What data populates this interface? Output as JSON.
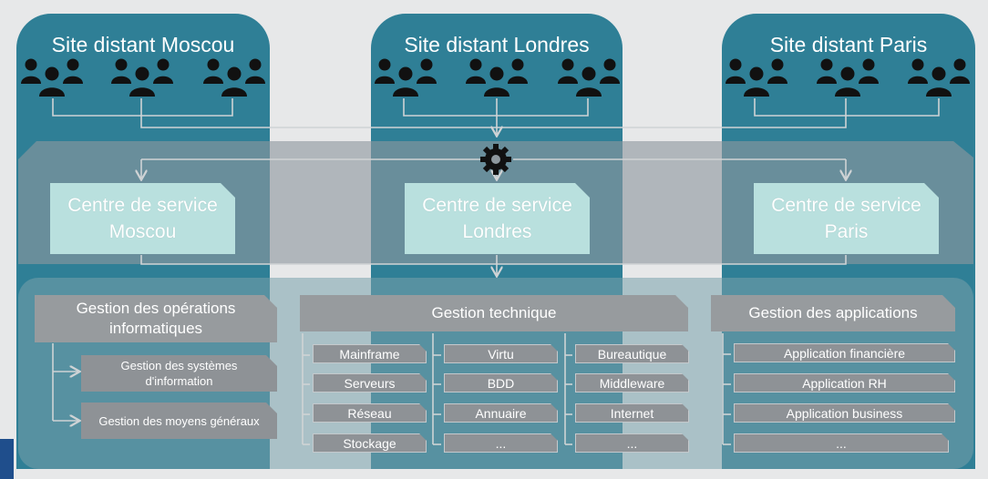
{
  "sites": [
    {
      "title": "Site distant Moscou"
    },
    {
      "title": "Site distant Londres"
    },
    {
      "title": "Site distant Paris"
    }
  ],
  "service_centers": [
    {
      "line1": "Centre de service",
      "line2": "Moscou"
    },
    {
      "line1": "Centre de service",
      "line2": "Londres"
    },
    {
      "line1": "Centre de service",
      "line2": "Paris"
    }
  ],
  "operations": {
    "title_line1": "Gestion des opérations",
    "title_line2": "informatiques",
    "items": [
      {
        "line1": "Gestion des systèmes",
        "line2": "d'information"
      },
      {
        "line1": "Gestion des moyens généraux",
        "line2": ""
      }
    ]
  },
  "technical": {
    "title": "Gestion technique",
    "col1": [
      "Mainframe",
      "Serveurs",
      "Réseau",
      "Stockage"
    ],
    "col2": [
      "Virtu",
      "BDD",
      "Annuaire",
      "..."
    ],
    "col3": [
      "Bureautique",
      "Middleware",
      "Internet",
      "..."
    ]
  },
  "applications": {
    "title": "Gestion des applications",
    "items": [
      "Application financière",
      "Application RH",
      "Application business",
      "..."
    ]
  },
  "icons": {
    "users": "users-group-icon",
    "hub": "gear-icon"
  },
  "colors": {
    "column": "#2f7f96",
    "band": "#8e989e",
    "service_box": "#b9e0de",
    "box": "#8e9296",
    "accent": "#1f4e8c"
  }
}
